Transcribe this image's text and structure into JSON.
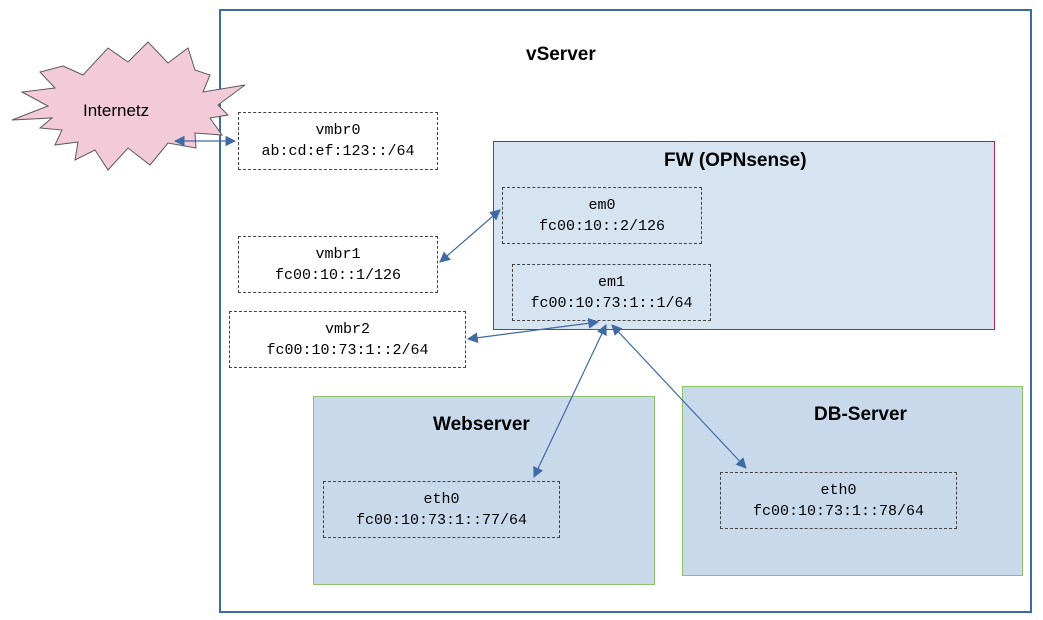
{
  "internet": {
    "label": "Internetz"
  },
  "vserver": {
    "title": "vServer"
  },
  "bridges": [
    {
      "name": "vmbr0",
      "address": "ab:cd:ef:123::/64"
    },
    {
      "name": "vmbr1",
      "address": "fc00:10::1/126"
    },
    {
      "name": "vmbr2",
      "address": "fc00:10:73:1::2/64"
    }
  ],
  "firewall": {
    "title": "FW (OPNsense)",
    "interfaces": [
      {
        "name": "em0",
        "address": "fc00:10::2/126"
      },
      {
        "name": "em1",
        "address": "fc00:10:73:1::1/64"
      }
    ]
  },
  "webserver": {
    "title": "Webserver",
    "interface": {
      "name": "eth0",
      "address": "fc00:10:73:1::77/64"
    }
  },
  "dbserver": {
    "title": "DB-Server",
    "interface": {
      "name": "eth0",
      "address": "fc00:10:73:1::78/64"
    }
  },
  "colors": {
    "vserver_border": "#3e6aa5",
    "fw_fill": "#d6e3f1",
    "fw_border": "#a8285a",
    "server_fill": "#c9d9ec",
    "server_border": "#8cc36b",
    "cloud_fill": "#f3cbd8",
    "connector": "#3e6aa5"
  }
}
